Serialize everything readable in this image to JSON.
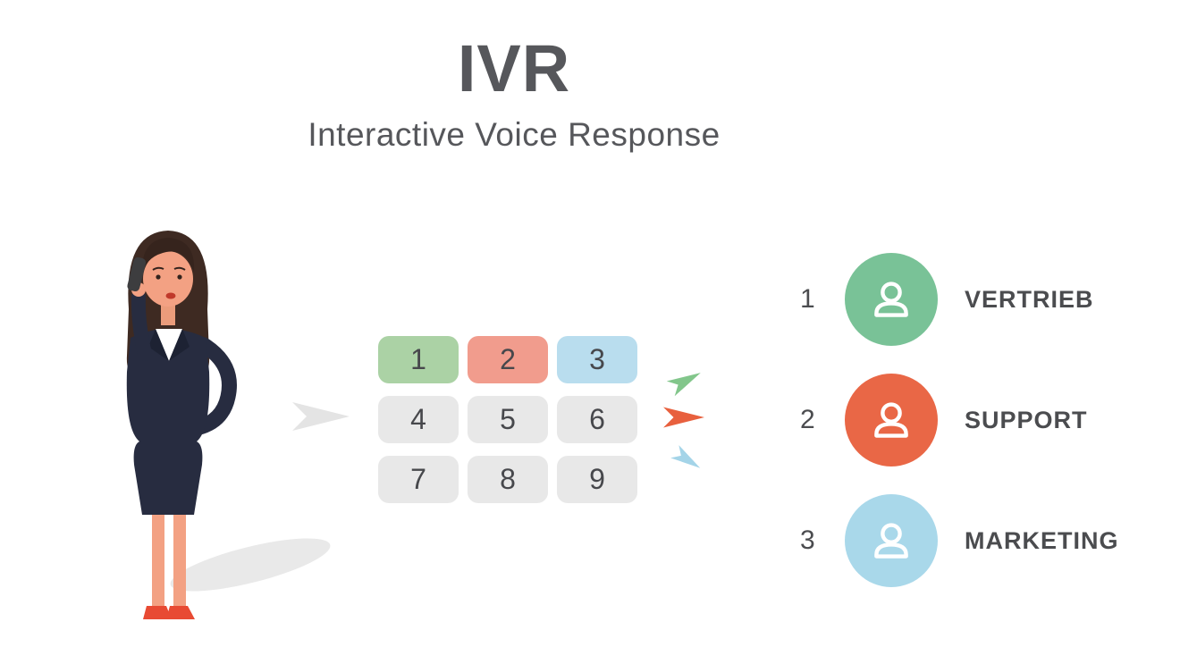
{
  "header": {
    "title": "IVR",
    "subtitle": "Interactive Voice Response",
    "text_color": "#56575b"
  },
  "caller": {
    "illustration": "woman-talking-on-phone",
    "shadow_color": "#e9e9e9"
  },
  "flow_arrow": {
    "icon": "arrow-right-icon",
    "color": "#e4e4e4"
  },
  "keypad": {
    "text_color": "#47484c",
    "keys": [
      {
        "value": "1",
        "color": "#abd2a5"
      },
      {
        "value": "2",
        "color": "#f19c8d"
      },
      {
        "value": "3",
        "color": "#b9ddee"
      },
      {
        "value": "4",
        "color": "#e8e8e8"
      },
      {
        "value": "5",
        "color": "#e8e8e8"
      },
      {
        "value": "6",
        "color": "#e8e8e8"
      },
      {
        "value": "7",
        "color": "#e8e8e8"
      },
      {
        "value": "8",
        "color": "#e8e8e8"
      },
      {
        "value": "9",
        "color": "#e8e8e8"
      }
    ]
  },
  "route_arrows": [
    {
      "icon": "arrow-up-right-icon",
      "color": "#82c68b"
    },
    {
      "icon": "arrow-right-icon",
      "color": "#e8603e"
    },
    {
      "icon": "arrow-down-right-icon",
      "color": "#a4d4e8"
    }
  ],
  "destinations": {
    "text_color": "#4b4c4f",
    "items": [
      {
        "number": "1",
        "label": "VERTRIEB",
        "color": "#79c297",
        "icon": "person-icon"
      },
      {
        "number": "2",
        "label": "SUPPORT",
        "color": "#e96746",
        "icon": "person-icon"
      },
      {
        "number": "3",
        "label": "MARKETING",
        "color": "#a9d8ea",
        "icon": "person-icon"
      }
    ]
  }
}
